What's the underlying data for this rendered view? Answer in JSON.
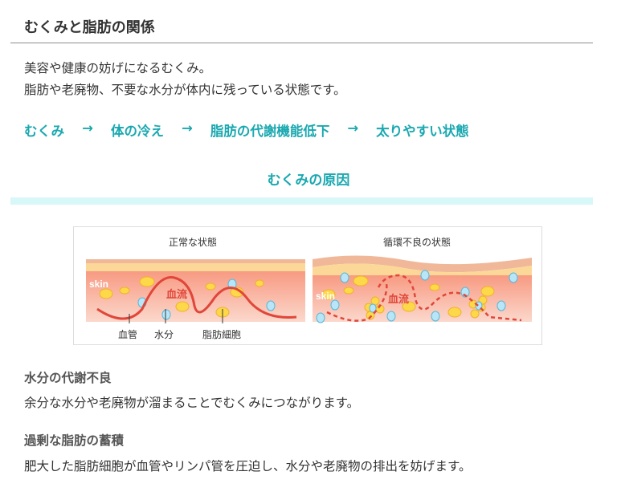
{
  "title": "むくみと脂肪の関係",
  "intro": [
    "美容や健康の妨げになるむくみ。",
    "脂肪や老廃物、不要な水分が体内に残っている状態です。"
  ],
  "flow": [
    "むくみ",
    "→",
    "体の冷え",
    "→",
    "脂肪の代謝機能低下",
    "→",
    "太りやすい状態"
  ],
  "cause_heading": "むくみの原因",
  "figure": {
    "normal": {
      "title": "正常な状態",
      "skin": "skin",
      "flow": "血流",
      "labels": [
        "血管",
        "水分",
        "脂肪細胞"
      ]
    },
    "poor": {
      "title": "循環不良の状態",
      "skin": "skin",
      "flow": "血流"
    }
  },
  "sections": [
    {
      "heading": "水分の代謝不良",
      "text": "余分な水分や老廃物が溜まることでむくみにつながります。"
    },
    {
      "heading": "過剰な脂肪の蓄積",
      "text": "肥大した脂肪細胞が血管やリンパ管を圧迫し、水分や老廃物の排出を妨げます。"
    }
  ],
  "colors": {
    "accent": "#1aa8b0",
    "band": "#d8f7f8",
    "vessel": "#e0473a"
  }
}
